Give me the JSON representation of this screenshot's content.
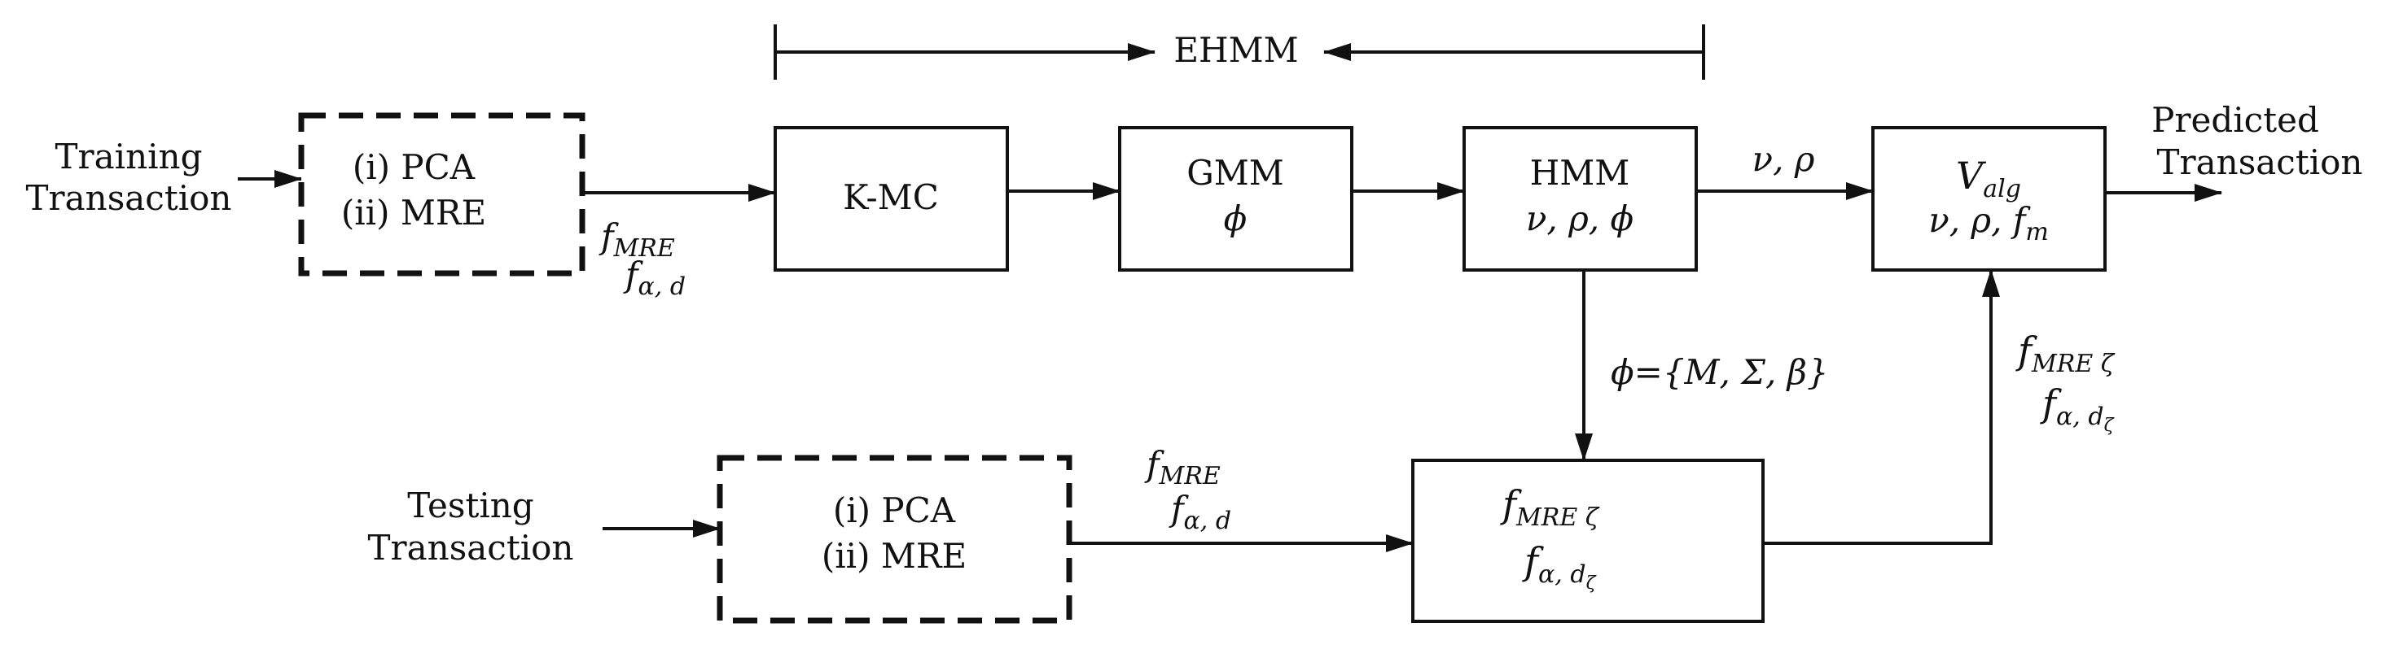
{
  "ehmm": {
    "label": "EHMM"
  },
  "training": {
    "input_line1": "Training",
    "input_line2": "Transaction",
    "pre_line1": "(i) PCA",
    "pre_line2": "(ii) MRE",
    "f_mre": "MRE",
    "f_alpha": "α, d"
  },
  "testing": {
    "input_line1": "Testing",
    "input_line2": "Transaction",
    "pre_line1": "(i) PCA",
    "pre_line2": "(ii) MRE",
    "f_mre": "MRE",
    "f_alpha": "α, d"
  },
  "kmc": {
    "label": "K-MC"
  },
  "gmm": {
    "label": "GMM",
    "param": "ϕ"
  },
  "hmm": {
    "label": "HMM",
    "params": "ν,  ρ,  ϕ"
  },
  "hmm_to_valg": {
    "label": "ν,  ρ"
  },
  "hmm_to_test": {
    "label": "ϕ={M, Σ, β}"
  },
  "valg": {
    "symbol": "V",
    "subscript": "alg",
    "params": "ν,  ρ,  f",
    "params_sub": "m"
  },
  "test_box": {
    "f_mre": "MRE ζ",
    "f_alpha": "α, d",
    "f_alpha_sub": "ζ"
  },
  "test_to_valg": {
    "f_mre": "MRE ζ",
    "f_alpha": "α, d",
    "f_alpha_sub": "ζ"
  },
  "output": {
    "line1": "Predicted",
    "line2": "Transaction"
  }
}
